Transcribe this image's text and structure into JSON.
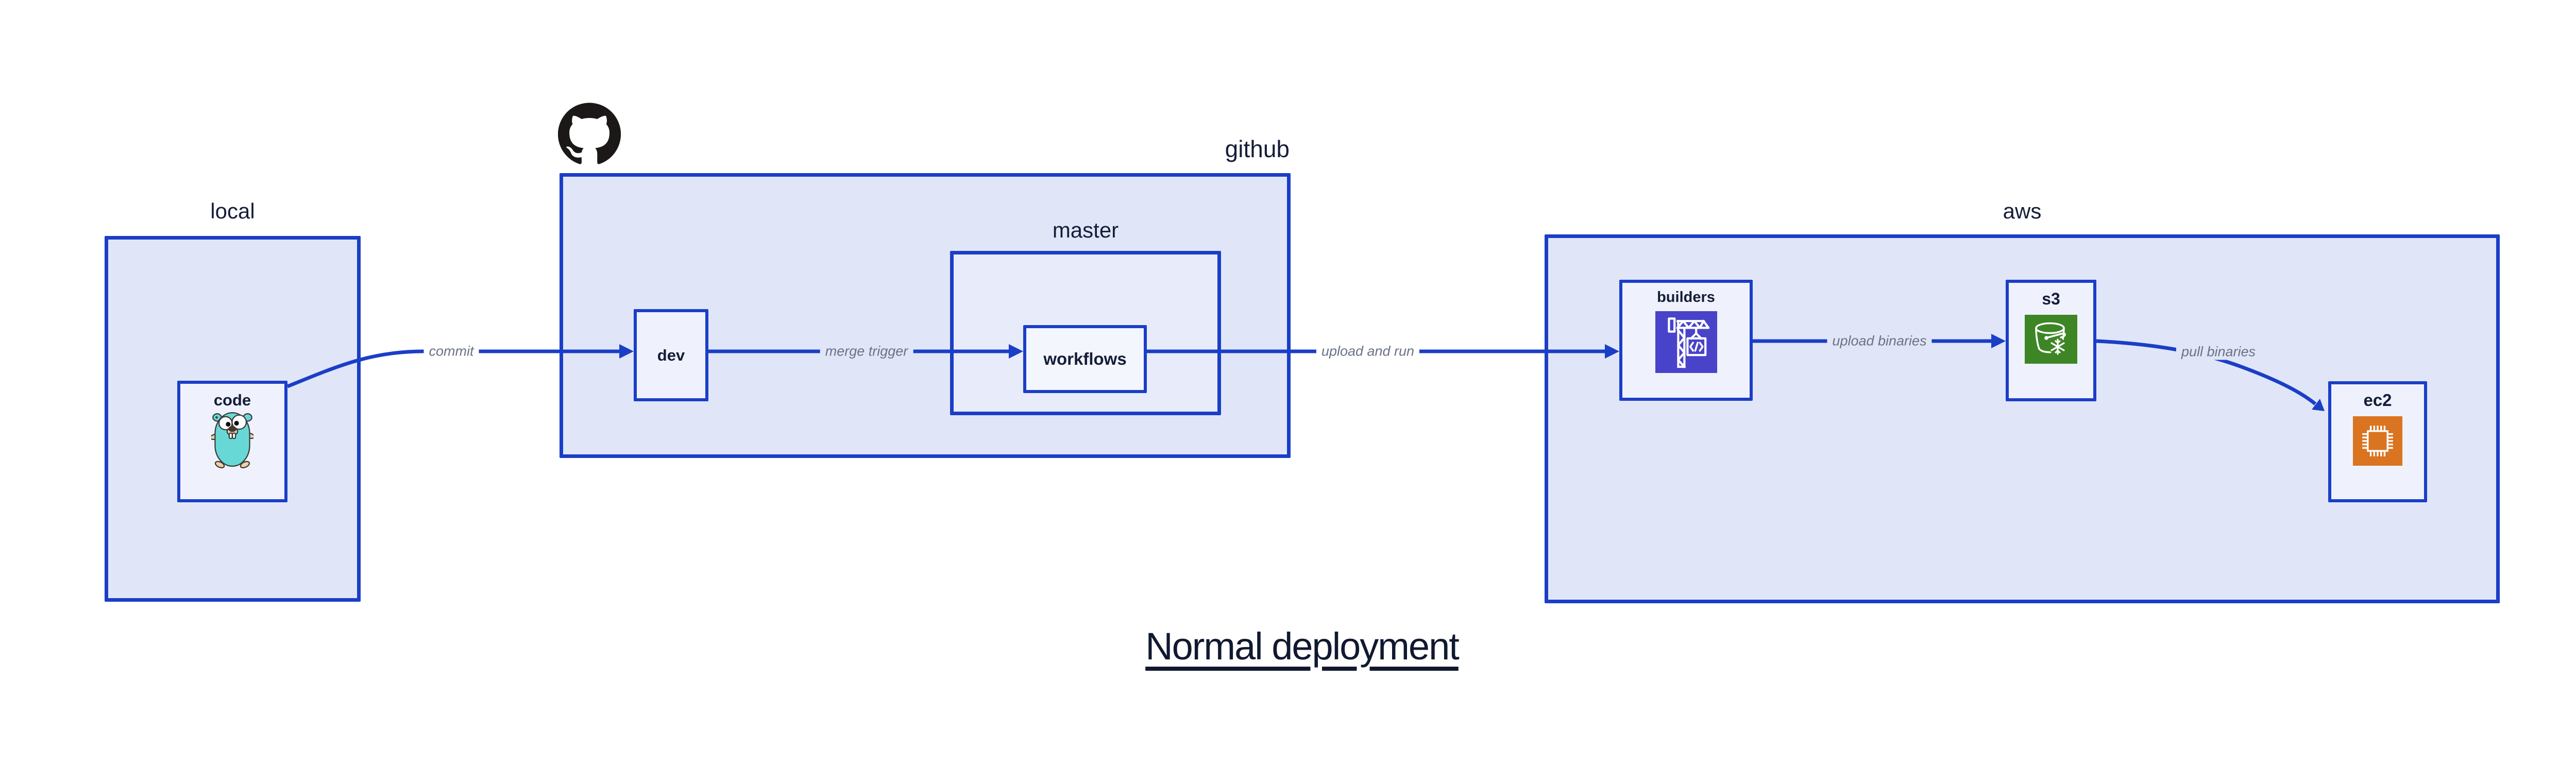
{
  "diagram": {
    "title": "Normal deployment",
    "containers": {
      "local": {
        "label": "local"
      },
      "github": {
        "label": "github"
      },
      "master": {
        "label": "master"
      },
      "aws": {
        "label": "aws"
      }
    },
    "nodes": {
      "code": {
        "label": "code",
        "icon": "go-gopher-icon"
      },
      "dev": {
        "label": "dev"
      },
      "workflows": {
        "label": "workflows"
      },
      "builders": {
        "label": "builders",
        "icon": "codebuild-crane-icon"
      },
      "s3": {
        "label": "s3",
        "icon": "s3-glacier-bucket-icon"
      },
      "ec2": {
        "label": "ec2",
        "icon": "ec2-chip-icon"
      }
    },
    "edges": {
      "commit": {
        "label": "commit"
      },
      "merge_trigger": {
        "label": "merge trigger"
      },
      "upload_and_run": {
        "label": "upload and run"
      },
      "upload_binaries": {
        "label": "upload binaries"
      },
      "pull_binaries": {
        "label": "pull binaries"
      }
    },
    "colors": {
      "line_blue": "#1b3ec7",
      "container_fill": "#e0e6f8",
      "master_fill": "#e8ecfa",
      "node_fill": "#eff2fc",
      "label_navy": "#151d38",
      "title_navy": "#101930",
      "edge_label_gray": "#6b7287",
      "codebuild_indigo": "#4943c9",
      "s3_green": "#3e8526",
      "ec2_orange": "#da7420",
      "gopher_teal": "#68d8d6",
      "gopher_tan": "#f2cfa4",
      "github_black": "#1b1817"
    }
  }
}
